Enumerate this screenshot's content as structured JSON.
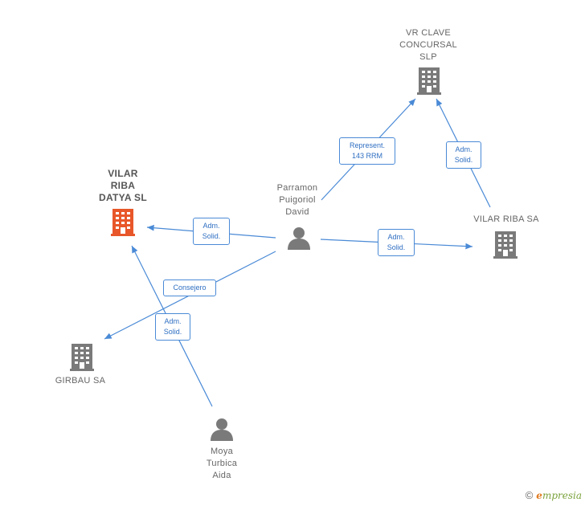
{
  "nodes": {
    "vilar_riba_datya": {
      "label": "VILAR\nRIBA\nDATYA  SL",
      "type": "company",
      "focus": true,
      "icon": "building-icon",
      "color": "#e8572a"
    },
    "vr_clave": {
      "label": "VR CLAVE\nCONCURSAL\nSLP",
      "type": "company",
      "icon": "building-icon",
      "color": "#7a7a7a"
    },
    "vilar_riba_sa": {
      "label": "VILAR RIBA SA",
      "type": "company",
      "icon": "building-icon",
      "color": "#7a7a7a"
    },
    "girbau_sa": {
      "label": "GIRBAU SA",
      "type": "company",
      "icon": "building-icon",
      "color": "#7a7a7a"
    },
    "parramon": {
      "label": "Parramon\nPuigoriol\nDavid",
      "type": "person",
      "icon": "person-icon",
      "color": "#7a7a7a"
    },
    "moya": {
      "label": "Moya\nTurbica\nAida",
      "type": "person",
      "icon": "person-icon",
      "color": "#7a7a7a"
    }
  },
  "edges": {
    "represent": {
      "label": "Represent.\n143 RRM"
    },
    "adm_vrclave": {
      "label": "Adm.\nSolid."
    },
    "adm_datya": {
      "label": "Adm.\nSolid."
    },
    "adm_vilarsa": {
      "label": "Adm.\nSolid."
    },
    "consejero": {
      "label": "Consejero"
    },
    "adm_moya": {
      "label": "Adm.\nSolid."
    }
  },
  "footer": {
    "copyright": "©",
    "brand_first": "e",
    "brand_rest": "mpresia"
  },
  "colors": {
    "edge": "#4a8ad6",
    "focus": "#e8572a",
    "node": "#7a7a7a"
  }
}
